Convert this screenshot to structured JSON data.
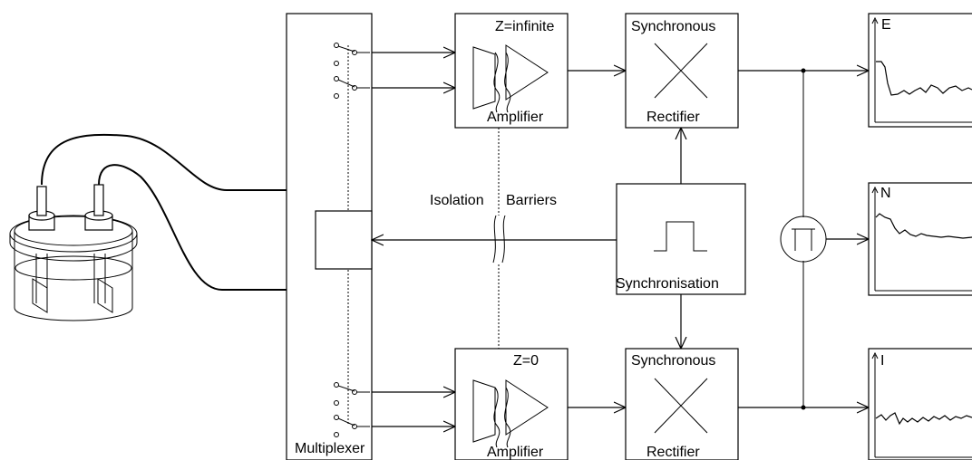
{
  "labels": {
    "amp_top_impedance": "Z=infinite",
    "amp_top_name": "Amplifier",
    "rect_top_name1": "Synchronous",
    "rect_top_name2": "Rectifier",
    "isolation_1": "Isolation",
    "isolation_2": "Barriers",
    "sync_name": "Synchronisation",
    "amp_bot_impedance": "Z=0",
    "amp_bot_name": "Amplifier",
    "rect_bot_name1": "Synchronous",
    "rect_bot_name2": "Rectifier",
    "multiplexer": "Multiplexer",
    "out_e": "E",
    "out_n": "N",
    "out_i": "I"
  },
  "icons": {
    "product_block": "pi-product-symbol",
    "sync_pulse": "square-pulse-icon",
    "electrochemical_cell": "electrochemical-cell-icon"
  }
}
